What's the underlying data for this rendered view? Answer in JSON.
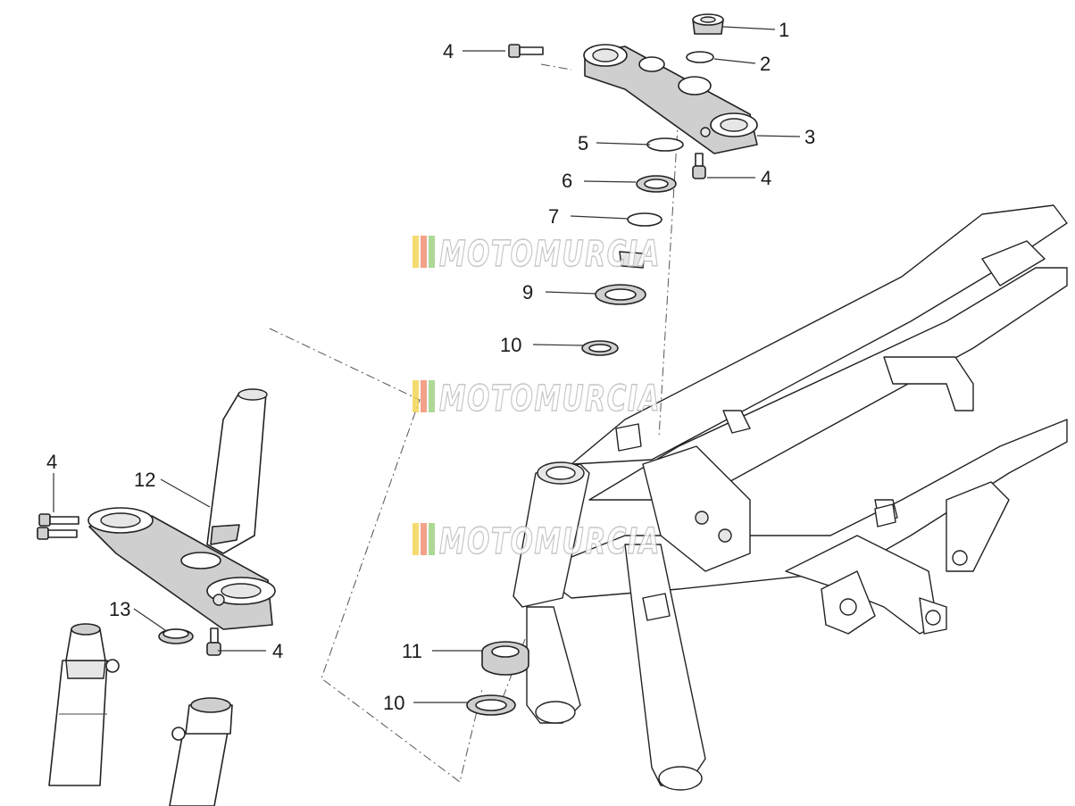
{
  "diagram": {
    "callouts": [
      {
        "id": "c1",
        "label": "1"
      },
      {
        "id": "c2",
        "label": "2"
      },
      {
        "id": "c3",
        "label": "3"
      },
      {
        "id": "c4a",
        "label": "4"
      },
      {
        "id": "c4b",
        "label": "4"
      },
      {
        "id": "c4c",
        "label": "4"
      },
      {
        "id": "c4d",
        "label": "4"
      },
      {
        "id": "c5",
        "label": "5"
      },
      {
        "id": "c6",
        "label": "6"
      },
      {
        "id": "c7",
        "label": "7"
      },
      {
        "id": "c9",
        "label": "9"
      },
      {
        "id": "c10a",
        "label": "10"
      },
      {
        "id": "c10b",
        "label": "10"
      },
      {
        "id": "c11",
        "label": "11"
      },
      {
        "id": "c12",
        "label": "12"
      },
      {
        "id": "c13",
        "label": "13"
      }
    ],
    "watermark": {
      "text": "MOTOMURCIA",
      "stripe_colors": [
        "#f2d24b",
        "#f08a6a",
        "#9ad07a"
      ]
    }
  }
}
